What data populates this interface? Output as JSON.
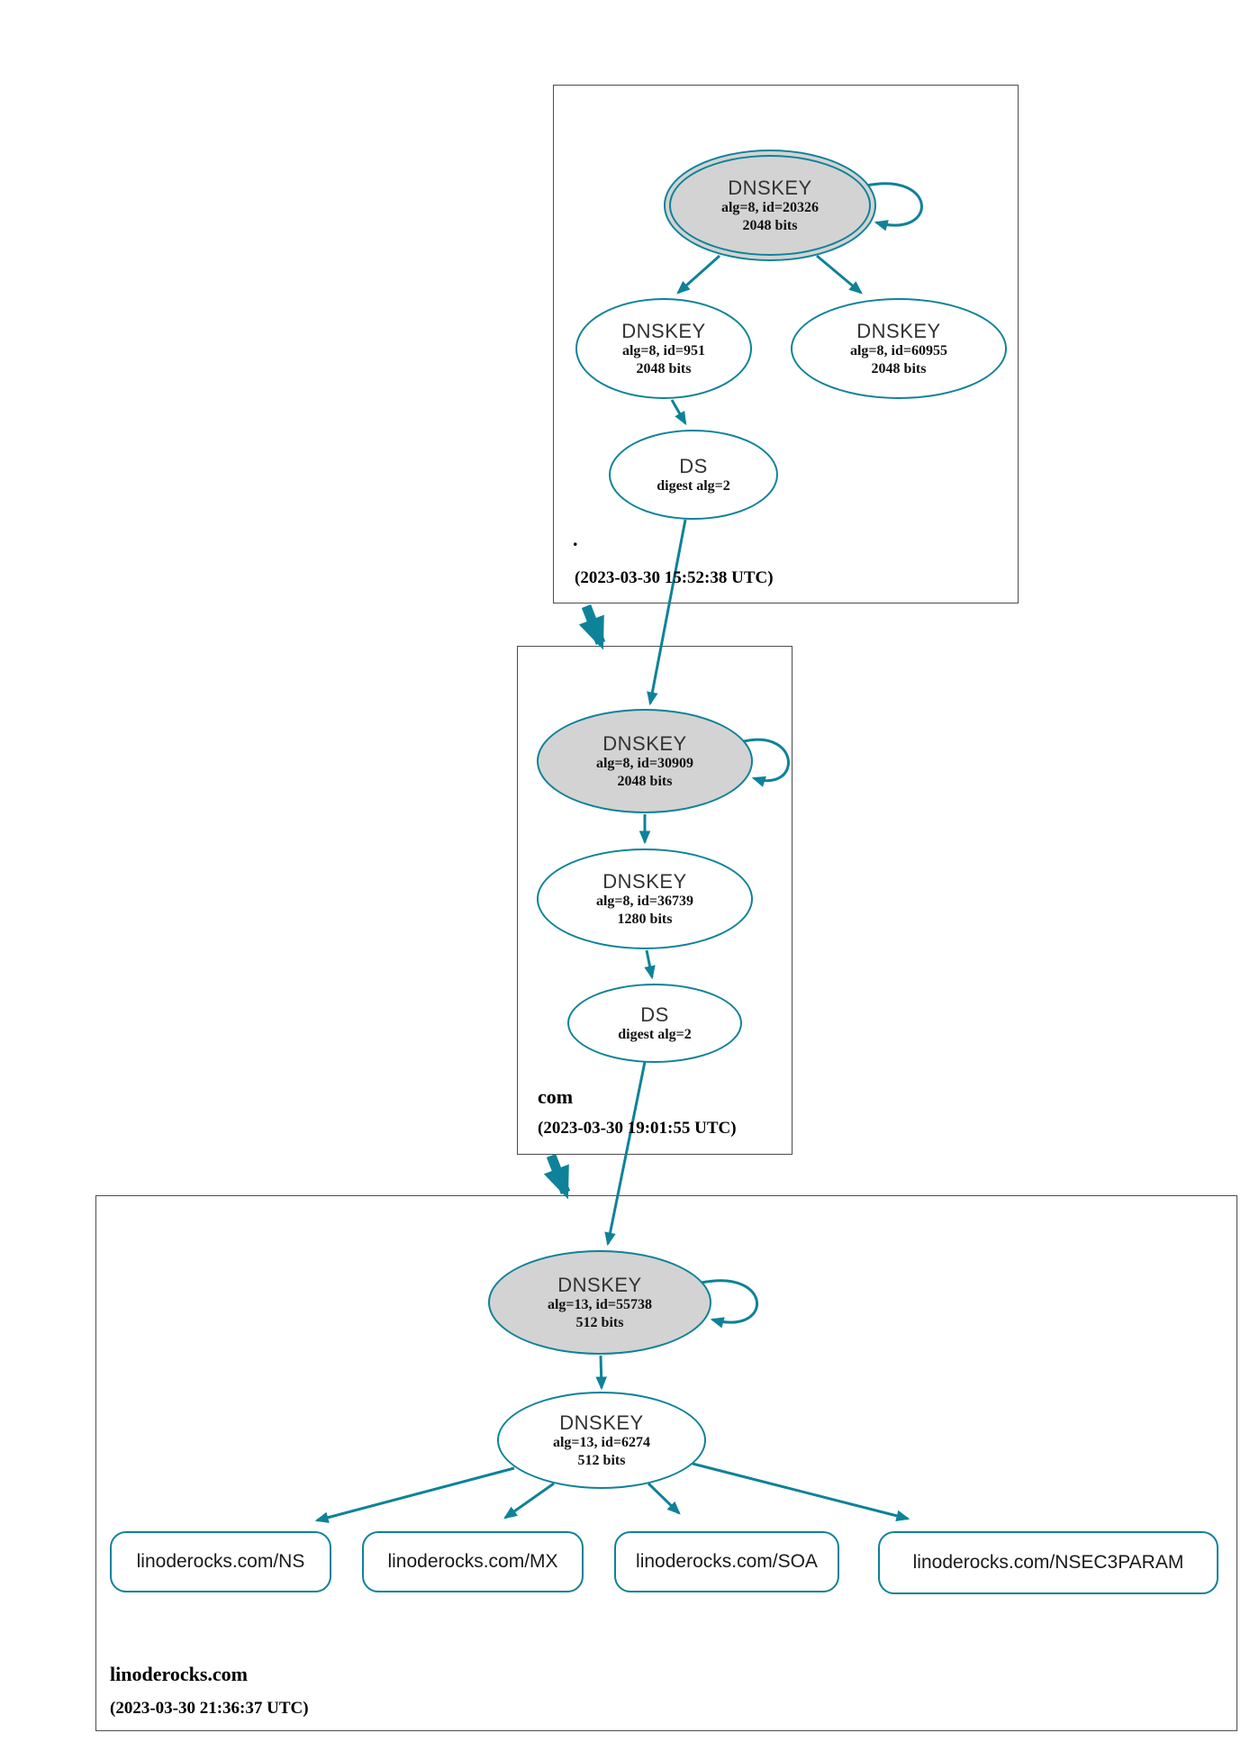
{
  "diagram": {
    "kind": "DNSSEC authentication chain graph",
    "colors": {
      "edge_secure": "#0e8299",
      "sep_key_fill": "#d3d3d3",
      "node_fill": "#ffffff",
      "zone_box_border": "#4d4d4d",
      "node_title_text": "#333333",
      "detail_text": "#111111"
    }
  },
  "zones": [
    {
      "name": ".",
      "timestamp": "(2023-03-30 15:52:38 UTC)",
      "nodes": [
        {
          "id": "ksk-20326",
          "title": "DNSKEY",
          "line2": "alg=8, id=20326",
          "line3": "2048 bits",
          "sep": true,
          "double_ring": true,
          "self_signed": true
        },
        {
          "id": "zsk-951",
          "title": "DNSKEY",
          "line2": "alg=8, id=951",
          "line3": "2048 bits"
        },
        {
          "id": "zsk-60955",
          "title": "DNSKEY",
          "line2": "alg=8, id=60955",
          "line3": "2048 bits"
        },
        {
          "id": "ds",
          "title": "DS",
          "line2": "digest alg=2"
        }
      ]
    },
    {
      "name": "com",
      "timestamp": "(2023-03-30 19:01:55 UTC)",
      "nodes": [
        {
          "id": "ksk-30909",
          "title": "DNSKEY",
          "line2": "alg=8, id=30909",
          "line3": "2048 bits",
          "sep": true,
          "self_signed": true
        },
        {
          "id": "zsk-36739",
          "title": "DNSKEY",
          "line2": "alg=8, id=36739",
          "line3": "1280 bits"
        },
        {
          "id": "ds",
          "title": "DS",
          "line2": "digest alg=2"
        }
      ]
    },
    {
      "name": "linoderocks.com",
      "timestamp": "(2023-03-30 21:36:37 UTC)",
      "nodes": [
        {
          "id": "ksk-55738",
          "title": "DNSKEY",
          "line2": "alg=13, id=55738",
          "line3": "512 bits",
          "sep": true,
          "self_signed": true
        },
        {
          "id": "zsk-6274",
          "title": "DNSKEY",
          "line2": "alg=13, id=6274",
          "line3": "512 bits"
        }
      ],
      "rrsets": [
        {
          "label": "linoderocks.com/NS"
        },
        {
          "label": "linoderocks.com/MX"
        },
        {
          "label": "linoderocks.com/SOA"
        },
        {
          "label": "linoderocks.com/NSEC3PARAM"
        }
      ]
    }
  ]
}
